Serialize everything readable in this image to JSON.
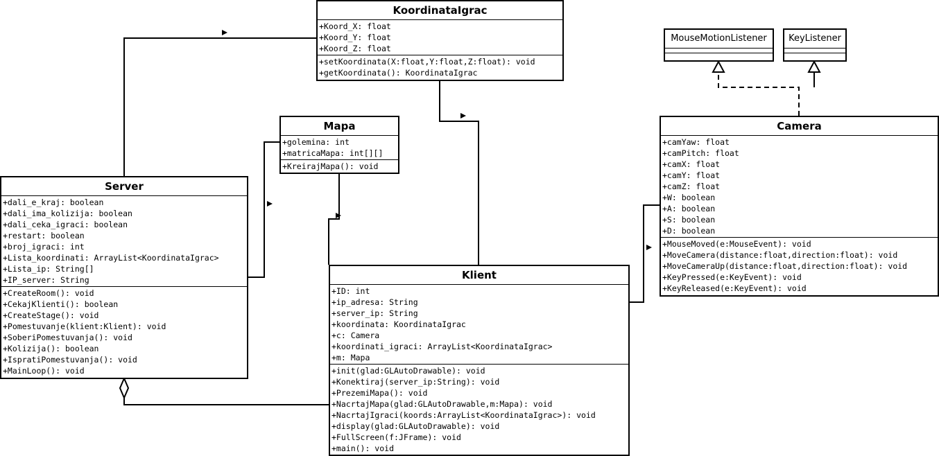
{
  "classes": {
    "koordinata": {
      "name": "KoordinataIgrac",
      "attributes": [
        "+Koord_X: float",
        "+Koord_Y: float",
        "+Koord_Z: float"
      ],
      "methods": [
        "+setKoordinata(X:float,Y:float,Z:float): void",
        "+getKoordinata(): KoordinataIgrac"
      ]
    },
    "mapa": {
      "name": "Mapa",
      "attributes": [
        "+golemina: int",
        "+matricaMapa: int[][]"
      ],
      "methods": [
        "+KreirajMapa(): void"
      ]
    },
    "server": {
      "name": "Server",
      "attributes": [
        "+dali_e_kraj: boolean",
        "+dali_ima_kolizija: boolean",
        "+dali_ceka_igraci: boolean",
        "+restart: boolean",
        "+broj_igraci: int",
        "+Lista_koordinati: ArrayList<KoordinataIgrac>",
        "+Lista_ip: String[]",
        "+IP_server: String"
      ],
      "methods": [
        "+CreateRoom(): void",
        "+CekajKlienti(): boolean",
        "+CreateStage(): void",
        "+Pomestuvanje(klient:Klient): void",
        "+SoberiPomestuvanja(): void",
        "+Kolizija(): boolean",
        "+IspratiPomestuvanja(): void",
        "+MainLoop(): void"
      ]
    },
    "klient": {
      "name": "Klient",
      "attributes": [
        "+ID: int",
        "+ip_adresa: String",
        "+server_ip: String",
        "+koordinata: KoordinataIgrac",
        "+c: Camera",
        "+koordinati_igraci: ArrayList<KoordinataIgrac>",
        "+m: Mapa"
      ],
      "methods": [
        "+init(glad:GLAutoDrawable): void",
        "+Konektiraj(server_ip:String): void",
        "+PrezemiMapa(): void",
        "+NacrtajMapa(glad:GLAutoDrawable,m:Mapa): void",
        "+NacrtajIgraci(koords:ArrayList<KoordinataIgrac>): void",
        "+display(glad:GLAutoDrawable): void",
        "+FullScreen(f:JFrame): void",
        "+main(): void"
      ]
    },
    "camera": {
      "name": "Camera",
      "attributes": [
        "+camYaw: float",
        "+camPitch: float",
        "+camX: float",
        "+camY: float",
        "+camZ: float",
        "+W: boolean",
        "+A: boolean",
        "+S: boolean",
        "+D: boolean"
      ],
      "methods": [
        "+MouseMoved(e:MouseEvent): void",
        "+MoveCamera(distance:float,direction:float): void",
        "+MoveCameraUp(distance:float,direction:float): void",
        "+KeyPressed(e:KeyEvent): void",
        "+KeyReleased(e:KeyEvent): void"
      ]
    }
  },
  "interfaces": {
    "mouseMotion": {
      "name": "MouseMotionListener"
    },
    "key": {
      "name": "KeyListener"
    }
  }
}
